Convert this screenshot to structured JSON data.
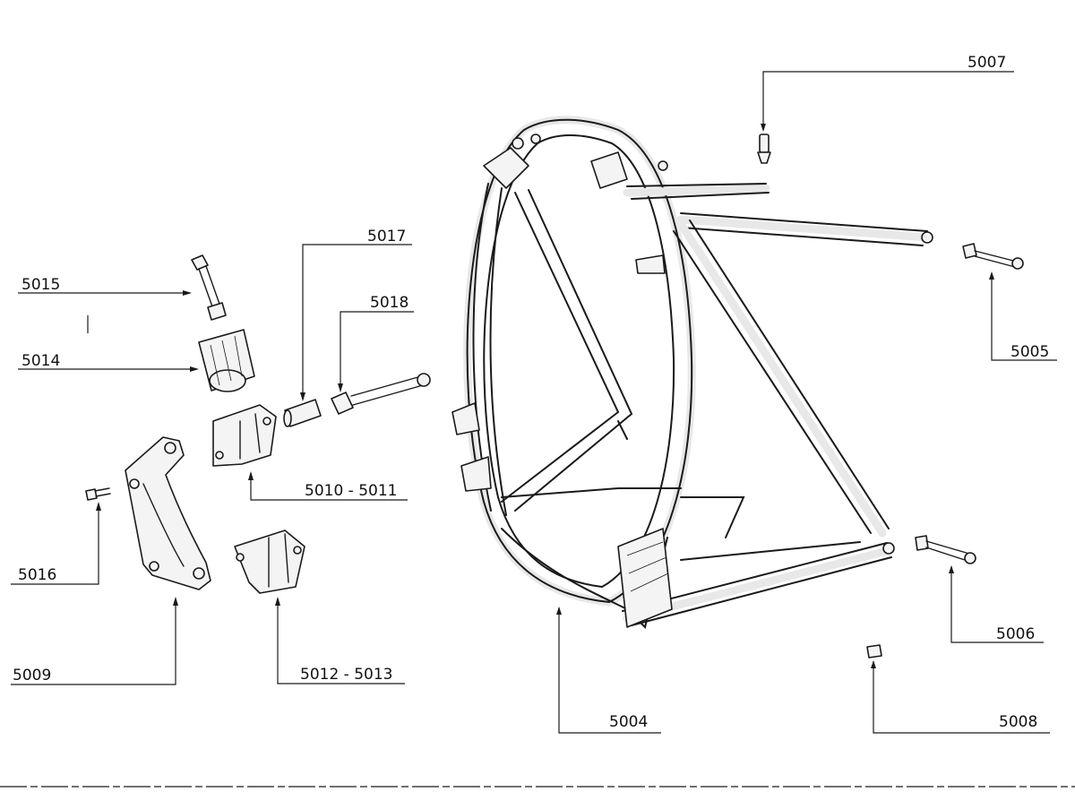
{
  "part_numbers": {
    "p5004": "5004",
    "p5005": "5005",
    "p5006": "5006",
    "p5007": "5007",
    "p5008": "5008",
    "p5009": "5009",
    "p5010_5011": "5010 - 5011",
    "p5012_5013": "5012 - 5013",
    "p5014": "5014",
    "p5015": "5015",
    "p5016": "5016",
    "p5017": "5017",
    "p5018": "5018"
  }
}
